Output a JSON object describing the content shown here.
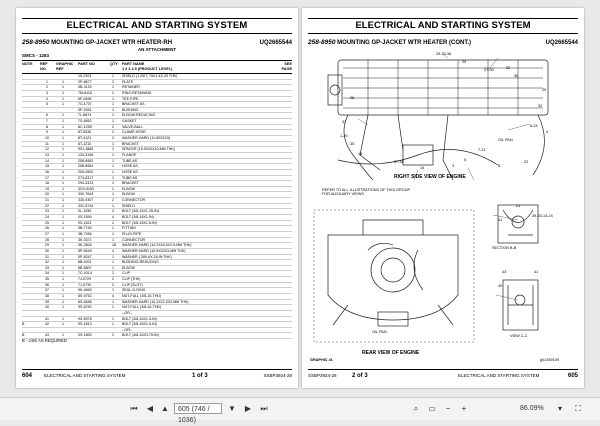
{
  "left_page": {
    "header": "ELECTRICAL AND STARTING SYSTEM",
    "part_no": "258-8950",
    "title": "MOUNTING GP-JACKET WTR HEATER",
    "title_suffix": "-RH",
    "ref_code": "UQ2665544",
    "subtitle": "AN ATTACHMENT",
    "smcs": "SMCS - 1283",
    "columns": {
      "note": "NOTE",
      "ref_no": "REF NO",
      "graphic_ref": "GRAPHIC REF",
      "part_no": "PART NO",
      "qty": "QTY",
      "part_name": "PART NAME",
      "part_name_sub": "1 2 3 4 5 (PRODUCT LEVEL)",
      "see_page": "SEE PAGE"
    },
    "rows": [
      {
        "note": "",
        "ref": "",
        "gr": "",
        "pn": "15-2303",
        "qty": "1",
        "desc": "SHIELD (1.25IT, 75X1.4X-25 THK)"
      },
      {
        "note": "",
        "ref": "1",
        "gr": "1",
        "pn": "2P-8677",
        "qty": "2",
        "desc": "PLATE"
      },
      {
        "note": "",
        "ref": "2",
        "gr": "1",
        "pn": "4B-3120",
        "qty": "1",
        "desc": "RETAINER"
      },
      {
        "note": "",
        "ref": "3",
        "gr": "1",
        "pn": "7M-8115",
        "qty": "1",
        "desc": "RING-RETAINING"
      },
      {
        "note": "",
        "ref": "4",
        "gr": "1",
        "pn": "6F-0496",
        "qty": "1",
        "desc": "TEE-PIPE"
      },
      {
        "note": "",
        "ref": "5",
        "gr": "1",
        "pn": "7C-1707",
        "qty": "1",
        "desc": "BRACKET AS"
      },
      {
        "note": "",
        "ref": "",
        "gr": "",
        "pn": "3P-2051",
        "qty": "1",
        "desc": "BUSHING"
      },
      {
        "note": "",
        "ref": "6",
        "gr": "1",
        "pn": "7L-8674",
        "qty": "1",
        "desc": "ELBOW-REDUCING"
      },
      {
        "note": "",
        "ref": "7",
        "gr": "1",
        "pn": "7S-6852",
        "qty": "1",
        "desc": "GASKET"
      },
      {
        "note": "",
        "ref": "8",
        "gr": "1",
        "pn": "8C-1258",
        "qty": "2",
        "desc": "VALVE-BALL"
      },
      {
        "note": "",
        "ref": "9",
        "gr": "1",
        "pn": "8T-5336",
        "qty": "2",
        "desc": "CLAMP-HOSE"
      },
      {
        "note": "",
        "ref": "10",
        "gr": "1",
        "pn": "8T-4121",
        "qty": "2",
        "desc": "WASHER-HARD (11.5X22X3)"
      },
      {
        "note": "",
        "ref": "11",
        "gr": "1",
        "pn": "8T-1210",
        "qty": "1",
        "desc": "BRACKET"
      },
      {
        "note": "",
        "ref": "12",
        "gr": "1",
        "pn": "9S1-8881",
        "qty": "1",
        "desc": "SPACER (15.5X20X10-MM THK)"
      },
      {
        "note": "",
        "ref": "13",
        "gr": "1",
        "pn": "134-3106",
        "qty": "1",
        "desc": "FLANGE"
      },
      {
        "note": "",
        "ref": "14",
        "gr": "1",
        "pn": "258-8952",
        "qty": "1",
        "desc": "TUBE AS"
      },
      {
        "note": "",
        "ref": "15",
        "gr": "1",
        "pn": "258-8954",
        "qty": "1",
        "desc": "HOSE AS"
      },
      {
        "note": "",
        "ref": "16",
        "gr": "1",
        "pn": "259-2600",
        "qty": "1",
        "desc": "HOSE AS"
      },
      {
        "note": "",
        "ref": "17",
        "gr": "1",
        "pn": "274-6317",
        "qty": "1",
        "desc": "TUBE AS"
      },
      {
        "note": "",
        "ref": "18",
        "gr": "1",
        "pn": "294-3313",
        "qty": "1",
        "desc": "BRACKET"
      },
      {
        "note": "",
        "ref": "19",
        "gr": "1",
        "pn": "3G3-5153",
        "qty": "1",
        "desc": "ELBOW"
      },
      {
        "note": "",
        "ref": "20",
        "gr": "1",
        "pn": "330-7644",
        "qty": "1",
        "desc": "ELBOW"
      },
      {
        "note": "",
        "ref": "21",
        "gr": "1",
        "pn": "330-9307",
        "qty": "2",
        "desc": "CONNECTOR"
      },
      {
        "note": "",
        "ref": "22",
        "gr": "1",
        "pn": "331-5744",
        "qty": "1",
        "desc": "SHIELD"
      },
      {
        "note": "",
        "ref": "23",
        "gr": "1",
        "pn": "0L-1090",
        "qty": "2",
        "desc": "BOLT (3/8-16X1.25-IN)"
      },
      {
        "note": "",
        "ref": "24",
        "gr": "1",
        "pn": "0S-1594",
        "qty": "4",
        "desc": "BOLT (3/8-16X1-IN)"
      },
      {
        "note": "",
        "ref": "25",
        "gr": "1",
        "pn": "0S-1621",
        "qty": "1",
        "desc": "BOLT (3/8-16X1.5-IN)"
      },
      {
        "note": "",
        "ref": "26",
        "gr": "1",
        "pn": "3B-7740",
        "qty": "1",
        "desc": "FITTING"
      },
      {
        "note": "",
        "ref": "27",
        "gr": "1",
        "pn": "3B-7456",
        "qty": "1",
        "desc": "PLUG-PIPE"
      },
      {
        "note": "",
        "ref": "28",
        "gr": "1",
        "pn": "3K-0371",
        "qty": "1",
        "desc": "CONNECTOR"
      },
      {
        "note": "",
        "ref": "29",
        "gr": "1",
        "pn": "3K-2804",
        "qty": "18",
        "desc": "WASHER-HARD (10.2X18.5X2.5-MM THK)"
      },
      {
        "note": "",
        "ref": "30",
        "gr": "1",
        "pn": "5P-8245",
        "qty": "4",
        "desc": "WASHER-HARD (10.5X20X3-MM THK)"
      },
      {
        "note": "",
        "ref": "31",
        "gr": "1",
        "pn": "5P-8247",
        "qty": "1",
        "desc": "WASHER (.28X.6X.18-IN THK)"
      },
      {
        "note": "",
        "ref": "32",
        "gr": "1",
        "pn": "6B-9201",
        "qty": "1",
        "desc": "BUSHING-REDUCING"
      },
      {
        "note": "",
        "ref": "33",
        "gr": "1",
        "pn": "6B-8807",
        "qty": "1",
        "desc": "ELBOW"
      },
      {
        "note": "",
        "ref": "34",
        "gr": "1",
        "pn": "7C-4314",
        "qty": "1",
        "desc": "CLIP"
      },
      {
        "note": "",
        "ref": "35",
        "gr": "1",
        "pn": "7J-0729",
        "qty": "2",
        "desc": "CLIP (THK)"
      },
      {
        "note": "",
        "ref": "36",
        "gr": "1",
        "pn": "7J-0730",
        "qty": "2",
        "desc": "CLIP (SLOT)"
      },
      {
        "note": "",
        "ref": "37",
        "gr": "1",
        "pn": "9K-4849",
        "qty": "1",
        "desc": "SEAL-O-RING"
      },
      {
        "note": "",
        "ref": "38",
        "gr": "1",
        "pn": "8S-9752",
        "qty": "4",
        "desc": "NUT-FULL (3/8-16-THD)"
      },
      {
        "note": "",
        "ref": "39",
        "gr": "1",
        "pn": "8S-8458",
        "qty": "1",
        "desc": "WASHER-HARD (10.2X22.3X3-MM THK)"
      },
      {
        "note": "",
        "ref": "40",
        "gr": "1",
        "pn": "9S-8752",
        "qty": "1",
        "desc": "NUT-FULL (3/8-16-THD)"
      },
      {
        "note": "",
        "ref": "",
        "gr": "",
        "pn": "",
        "qty": "",
        "desc": "--OR--"
      },
      {
        "note": "",
        "ref": "41",
        "gr": "1",
        "pn": "9X-5978",
        "qty": "1",
        "desc": "BOLT (3/8-16X1.5-IN)"
      },
      {
        "note": "B",
        "ref": "42",
        "gr": "1",
        "pn": "0S-1613",
        "qty": "1",
        "desc": "BOLT (3/8-16X1.5-IN)"
      },
      {
        "note": "",
        "ref": "",
        "gr": "",
        "pn": "",
        "qty": "",
        "desc": "--OR--"
      },
      {
        "note": "B",
        "ref": "43",
        "gr": "1",
        "pn": "0S-1600",
        "qty": "2",
        "desc": "BOLT (3/8-16X3.75-IN)"
      }
    ],
    "legend": "B - USE AS REQUIRED",
    "footer": {
      "page_num": "604",
      "section": "ELECTRICAL AND STARTING SYSTEM",
      "page_of": "1 of 3",
      "doc": "SSBP3924-28"
    }
  },
  "right_page": {
    "header": "ELECTRICAL AND STARTING SYSTEM",
    "part_no": "258-8950",
    "title": "MOUNTING GP-JACKET WTR HEATER",
    "title_suffix": "(CONT.)",
    "ref_code": "UQ2665544",
    "view_top": "RIGHT SIDE VIEW OF ENGINE",
    "view_bottom": "REAR VIEW OF ENGINE",
    "note_text": "REFER TO ALL ILLUSTRATIONS OF THIS GROUP FOR AUXILIARY VIEWS",
    "section_bb": "SECTION B-B",
    "view_cc": "VIEW C-C",
    "oil_pan_top": "OIL PAN",
    "oil_pan_bottom": "OIL PAN",
    "graphic_label": "GRAPHIC #1",
    "graphic_id": "g01359109",
    "callouts": [
      "25-33-36",
      "29",
      "27-30",
      "32",
      "36",
      "28",
      "31",
      "1-20",
      "35",
      "16",
      "37-38",
      "14",
      "3",
      "5",
      "7-21",
      "8",
      "22",
      "6-24",
      "32",
      "29",
      "4",
      "21",
      "39-33-13-24",
      "41",
      "43",
      "40",
      "41"
    ],
    "footer": {
      "doc": "SSBP3924-28",
      "page_of": "2 of 3",
      "section": "ELECTRICAL AND STARTING SYSTEM",
      "page_num": "605"
    }
  },
  "toolbar": {
    "page_input": "605 (746 / 1036)",
    "zoom": "86.09%"
  }
}
